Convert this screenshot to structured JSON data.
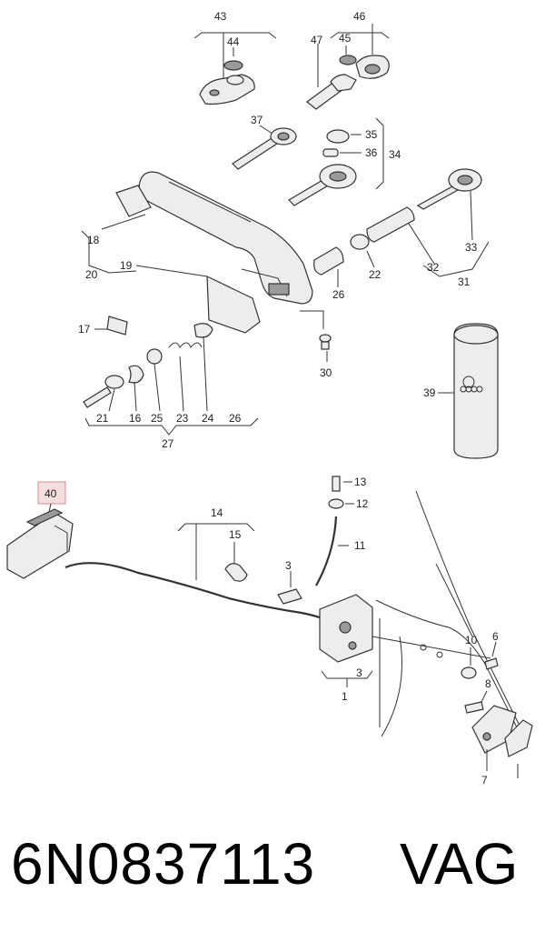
{
  "labels": {
    "l43": "43",
    "l44": "44",
    "l46": "46",
    "l45": "45",
    "l47": "47",
    "l37": "37",
    "l35": "35",
    "l36": "36",
    "l34": "34",
    "l18": "18",
    "l20": "20",
    "l19": "19",
    "l26a": "26",
    "l22": "22",
    "l32": "32",
    "l33": "33",
    "l31": "31",
    "l17": "17",
    "l21": "21",
    "l16": "16",
    "l25": "25",
    "l23": "23",
    "l24": "24",
    "l26b": "26",
    "l27": "27",
    "l30": "30",
    "l39": "39",
    "l40": "40",
    "l14": "14",
    "l15": "15",
    "l13": "13",
    "l12": "12",
    "l11": "11",
    "l3a": "3",
    "l10": "10",
    "l6": "6",
    "l8": "8",
    "l3b": "3",
    "l1": "1",
    "l7": "7"
  },
  "highlight_color": "#d98a8a",
  "highlight_fill": "#f7dede",
  "footer": {
    "part_number": "6N0837113",
    "brand": "VAG"
  }
}
